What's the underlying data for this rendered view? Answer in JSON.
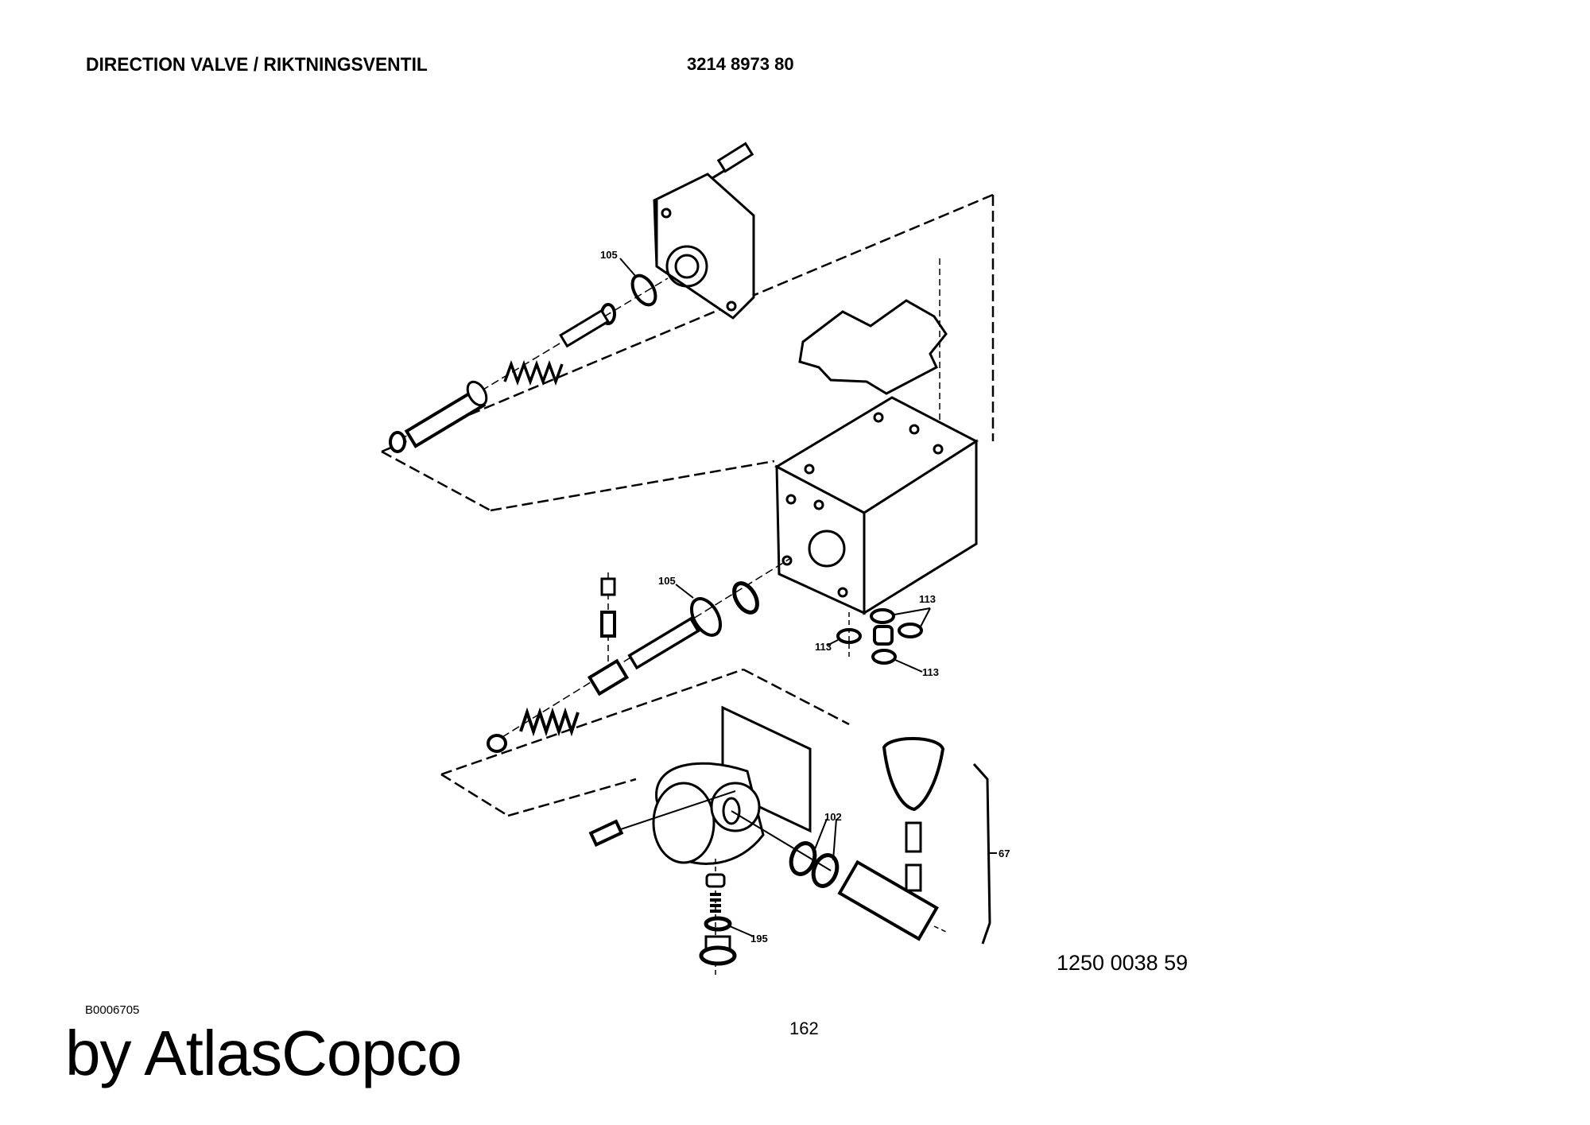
{
  "header": {
    "title": "DIRECTION VALVE / RIKTNINGSVENTIL",
    "part_number": "3214 8973 80"
  },
  "diagram": {
    "callouts": [
      "105",
      "105",
      "113",
      "113",
      "113",
      "102",
      "67",
      "195"
    ],
    "drawing_number": "1250 0038 59"
  },
  "footer": {
    "image_id": "B0006705",
    "page_number": "162",
    "brand": "by AtlasCopco"
  }
}
